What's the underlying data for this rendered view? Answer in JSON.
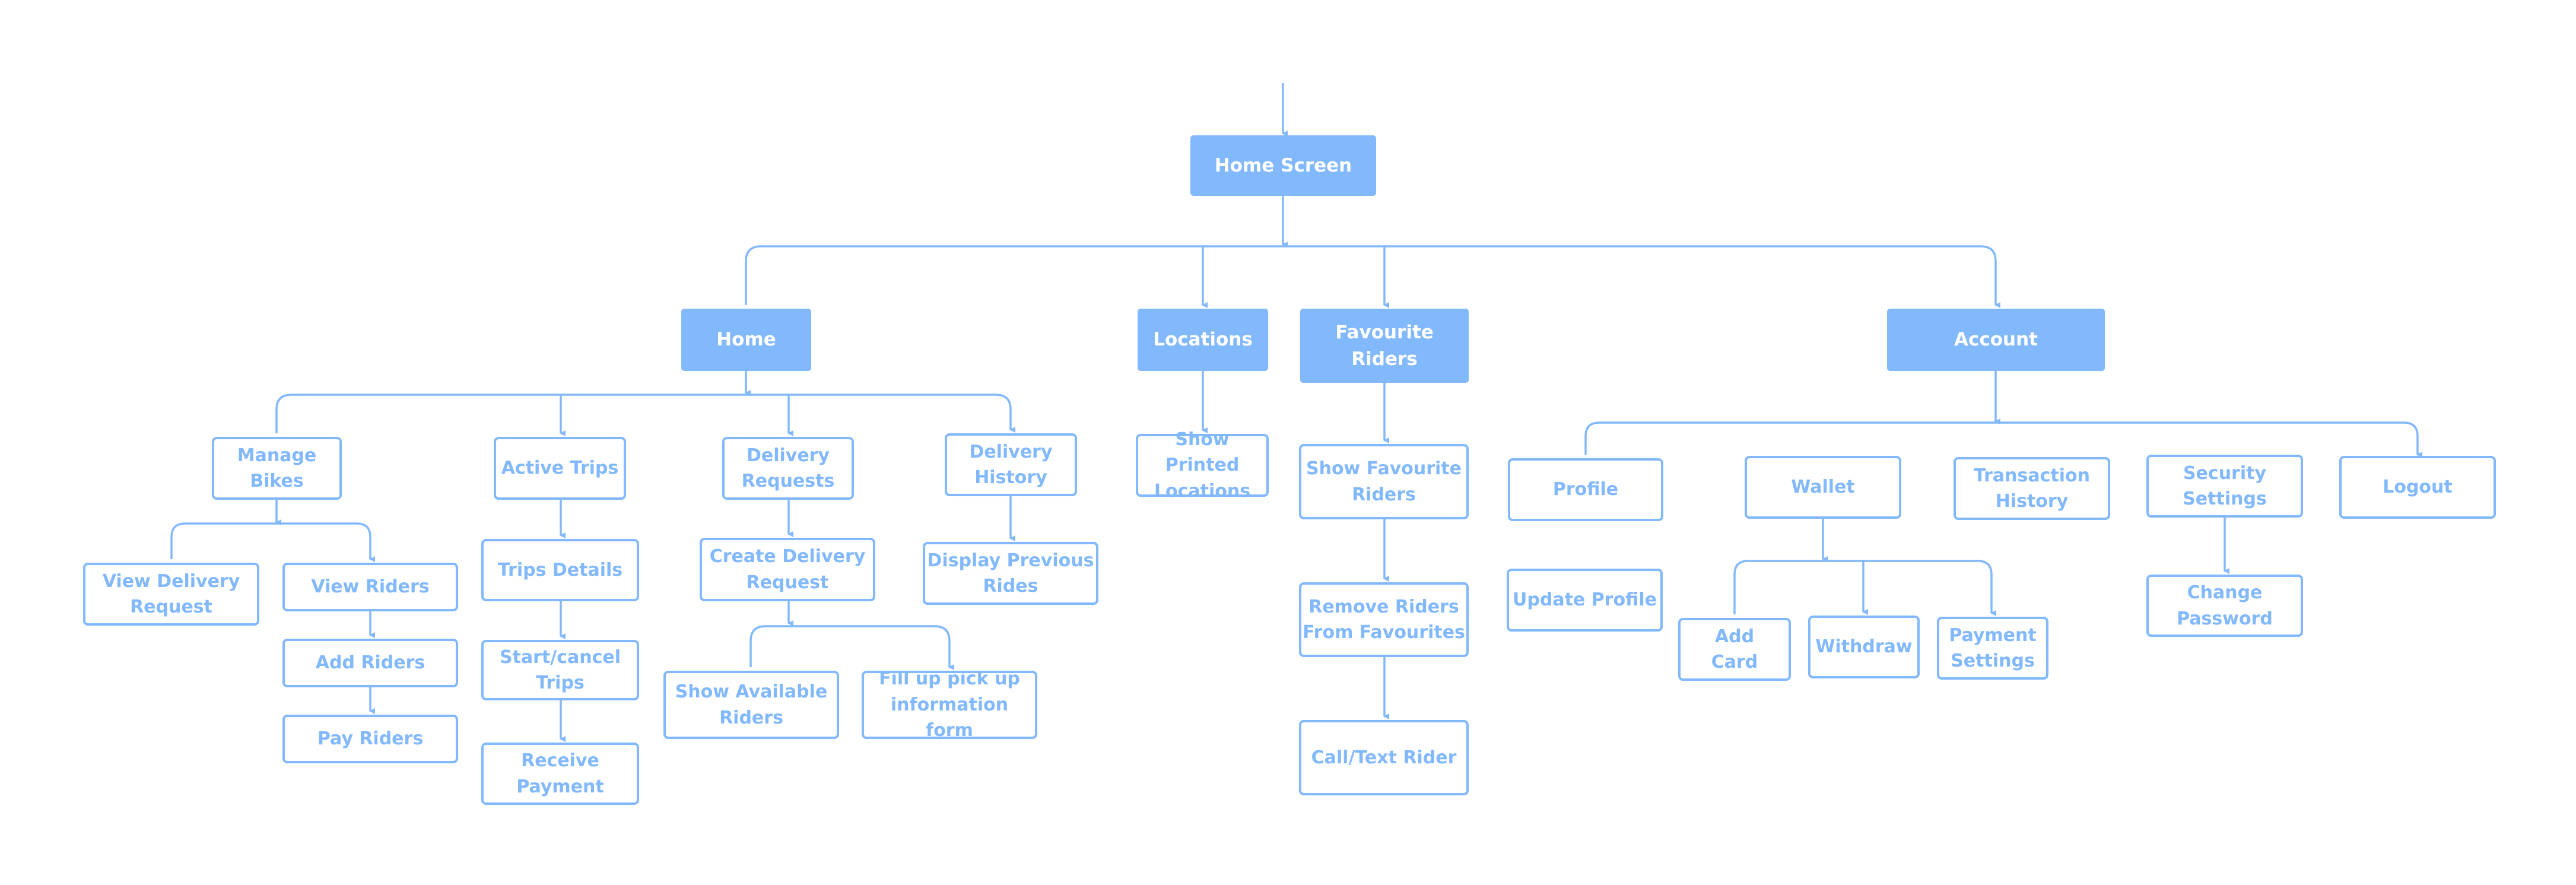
{
  "colors": {
    "node_fill": "#82b8fc",
    "node_outline": "#82b8fc",
    "node_text_outlined": "#82b8fc",
    "connector": "#82b8fc"
  },
  "nodes": {
    "home_screen": "Home Screen",
    "home": "Home",
    "locations": "Locations",
    "favourite_riders": "Favourite Riders",
    "account": "Account",
    "manage_bikes": "Manage\nBikes",
    "active_trips": "Active Trips",
    "delivery_requests": "Delivery\nRequests",
    "delivery_history": "Delivery\nHistory",
    "view_delivery_request": "View Delivery\nRequest",
    "view_riders": "View Riders",
    "add_riders": "Add Riders",
    "pay_riders": "Pay Riders",
    "trips_details": "Trips Details",
    "start_cancel_trips": "Start/cancel\nTrips",
    "receive_payment": "Receive\nPayment",
    "create_delivery_request": "Create Delivery\nRequest",
    "show_available_riders": "Show Available\nRiders",
    "fill_up_pickup_form": "Fill up pick up\ninformation form",
    "display_previous_rides": "Display Previous\nRides",
    "show_printed_locations": "Show Printed\nLocations",
    "show_favourite_riders": "Show Favourite\nRiders",
    "remove_riders_from_favourites": "Remove Riders\nFrom Favourites",
    "call_text_rider": "Call/Text Rider",
    "profile": "Profile",
    "update_profile": "Update Profile",
    "wallet": "Wallet",
    "add_card": "Add\nCard",
    "withdraw": "Withdraw",
    "payment_settings": "Payment\nSettings",
    "transaction_history": "Transaction\nHistory",
    "security_settings": "Security\nSettings",
    "change_password": "Change\nPassword",
    "logout": "Logout"
  }
}
